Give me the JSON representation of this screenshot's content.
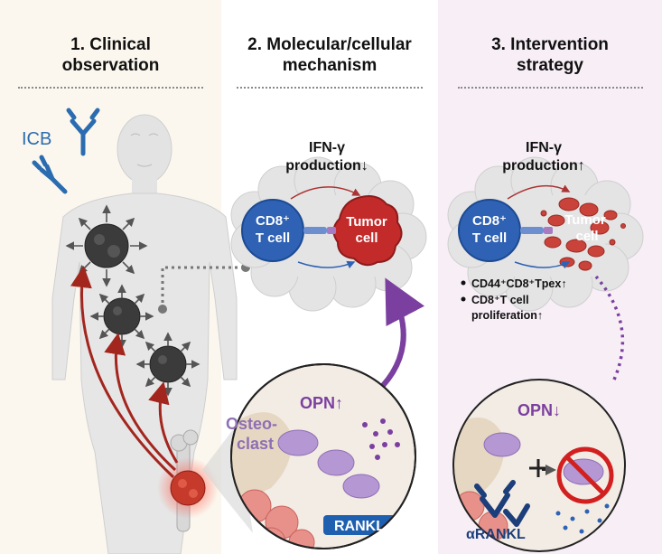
{
  "panels": [
    {
      "title": "1. Clinical\nobservation"
    },
    {
      "title": "2. Molecular/cellular\nmechanism"
    },
    {
      "title": "3. Intervention\nstrategy"
    }
  ],
  "panel1": {
    "icb_label": "ICB"
  },
  "panel2": {
    "ifn_line1": "IFN-γ",
    "ifn_line2": "production↓",
    "cd8_line1": "CD8⁺",
    "cd8_line2": "T cell",
    "tumor_line1": "Tumor",
    "tumor_line2": "cell",
    "opn_label": "OPN↑",
    "osteo_line1": "Osteo-",
    "osteo_line2": "clast",
    "rankl_label": "RANKL"
  },
  "panel3": {
    "ifn_line1": "IFN-γ",
    "ifn_line2": "production↑",
    "cd8_line1": "CD8⁺",
    "cd8_line2": "T cell",
    "tumor_line1": "Tumor",
    "tumor_line2": "cell",
    "bullets": [
      "CD44⁺CD8⁺Tpex↑",
      "CD8⁺T cell",
      "proliferation↑"
    ],
    "opn_label": "OPN↓",
    "arankl_label": "αRANKL"
  },
  "colors": {
    "panel1_bg": "#fbf7ee",
    "panel3_bg": "#f7eef6",
    "icb_blue": "#2b6cb0",
    "tcell_blue": "#2f62b4",
    "tumor_red": "#c32b2b",
    "osteoclast_purple": "#9b7bc0",
    "arrow_purple": "#7b3fa0",
    "metastasis_red": "#a3261e",
    "rankl_bg": "#1f5fb0"
  }
}
